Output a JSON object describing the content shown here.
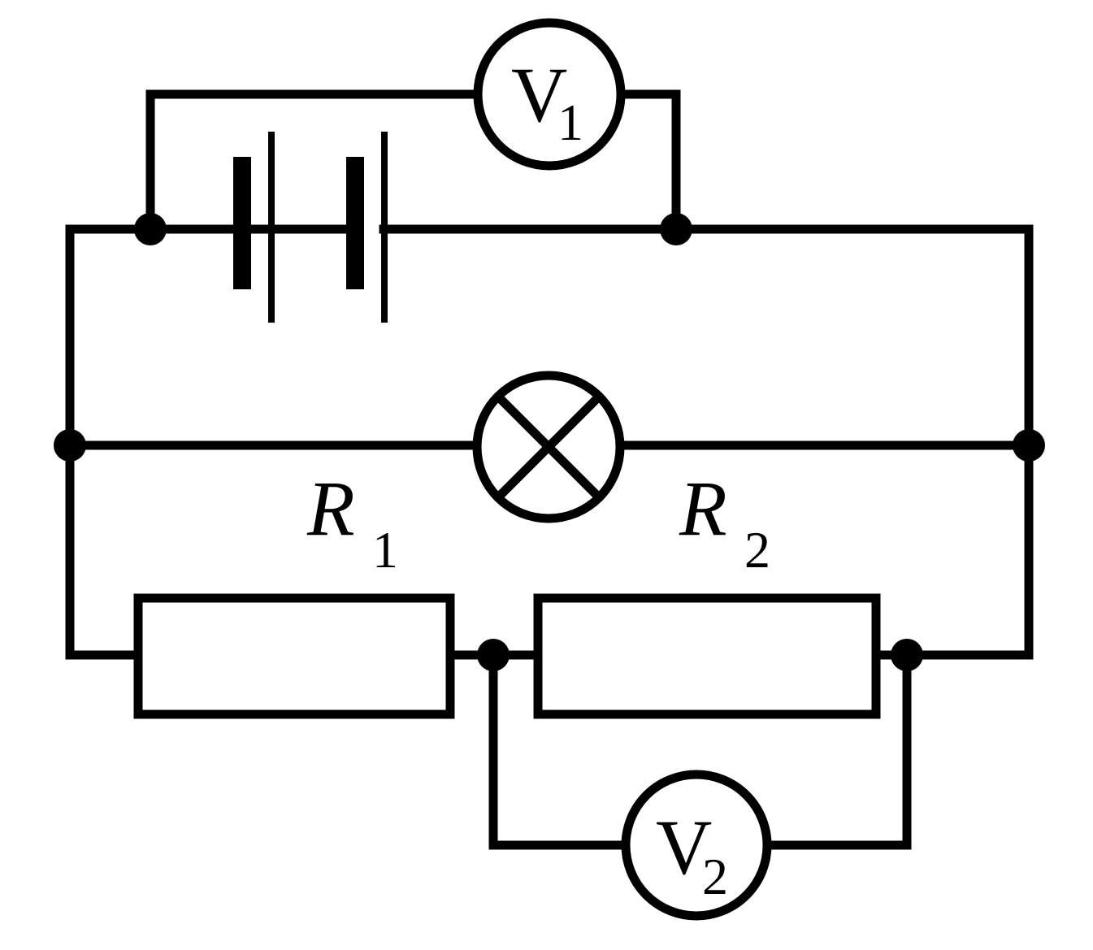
{
  "diagram": {
    "meters": [
      {
        "id": "v1",
        "letter": "V",
        "subscript": "1"
      },
      {
        "id": "v2",
        "letter": "V",
        "subscript": "2"
      }
    ],
    "resistors": [
      {
        "id": "r1",
        "letter": "R",
        "subscript": "1"
      },
      {
        "id": "r2",
        "letter": "R",
        "subscript": "2"
      }
    ],
    "lamp": {
      "symbol": "lamp-cross-icon"
    },
    "battery": {
      "cells": 2,
      "symbol": "battery-icon"
    },
    "colors": {
      "stroke": "#000000",
      "background": "#ffffff"
    }
  }
}
